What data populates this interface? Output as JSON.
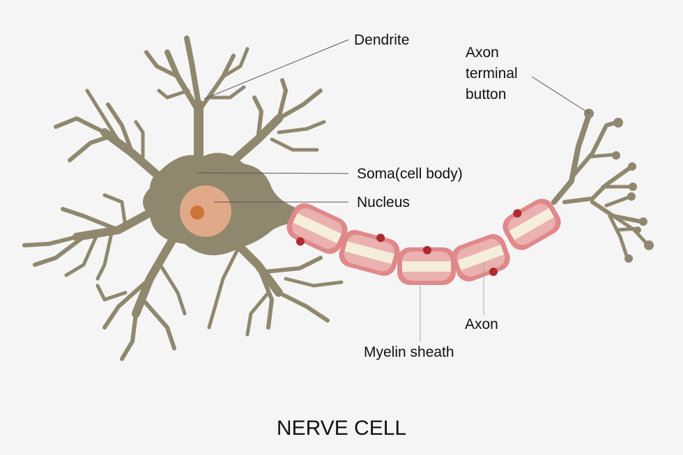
{
  "diagram": {
    "title": "NERVE CELL",
    "labels": {
      "dendrite": "Dendrite",
      "axon_terminal_line1": "Axon",
      "axon_terminal_line2": "terminal",
      "axon_terminal_line3": "button",
      "soma": "Soma(cell body)",
      "nucleus": "Nucleus",
      "axon": "Axon",
      "myelin_sheath": "Myelin sheath"
    },
    "colors": {
      "background": "#f5f5f5",
      "cell_body": "#8f886e",
      "nucleus": "#e0a987",
      "nucleolus": "#cd7535",
      "myelin_outer": "#e0888a",
      "myelin_inner": "#ebb1b1",
      "axon_core": "#f5eedb",
      "schwann_nucleus": "#b02a32"
    }
  }
}
